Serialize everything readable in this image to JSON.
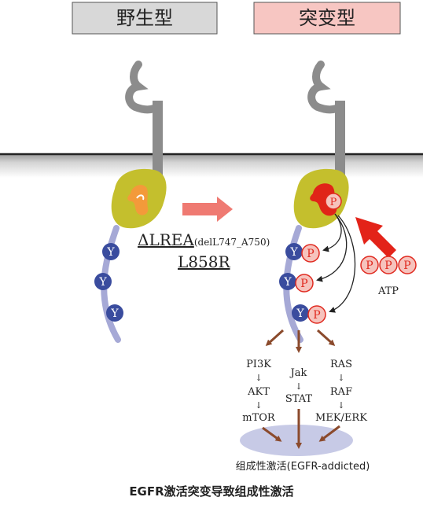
{
  "labels": {
    "wild_type": "野生型",
    "mutant": "突变型",
    "mutation_delta": "ΔLREA",
    "mutation_delta_detail": "(delL747_A750)",
    "mutation_point": "L858R",
    "atp": "ATP",
    "phospho_symbol": "P",
    "tyrosine_symbol": "Y"
  },
  "pathways": [
    {
      "nodes": [
        "PI3K",
        "↓",
        "AKT",
        "↓",
        "mTOR"
      ]
    },
    {
      "nodes": [
        "Jak",
        "↓",
        "STAT"
      ]
    },
    {
      "nodes": [
        "RAS",
        "↓",
        "RAF",
        "↓",
        "MEK/ERK"
      ]
    }
  ],
  "outcome": "组成性激活(EGFR-addicted)",
  "caption": "EGFR激活突变导致组成性激活",
  "colors": {
    "wild_type_box": "#d8d8d8",
    "mutant_box": "#f7c6c2",
    "receptor_gray": "#8c8c8c",
    "kinase_olive": "#c4bf2d",
    "kinase_orange": "#f39a3a",
    "kinase_red": "#e02418",
    "tail_lavender": "#a6a9d6",
    "tyrosine_blue": "#3a4c9e",
    "phospho_pink": "#f6c3bd",
    "phospho_red": "#e02a20",
    "arrow_salmon": "#ef7a72",
    "arrow_red": "#e32319",
    "arrow_brown": "#8b4a2c",
    "membrane": "#222222",
    "outcome_ellipse": "#c7cae6"
  }
}
